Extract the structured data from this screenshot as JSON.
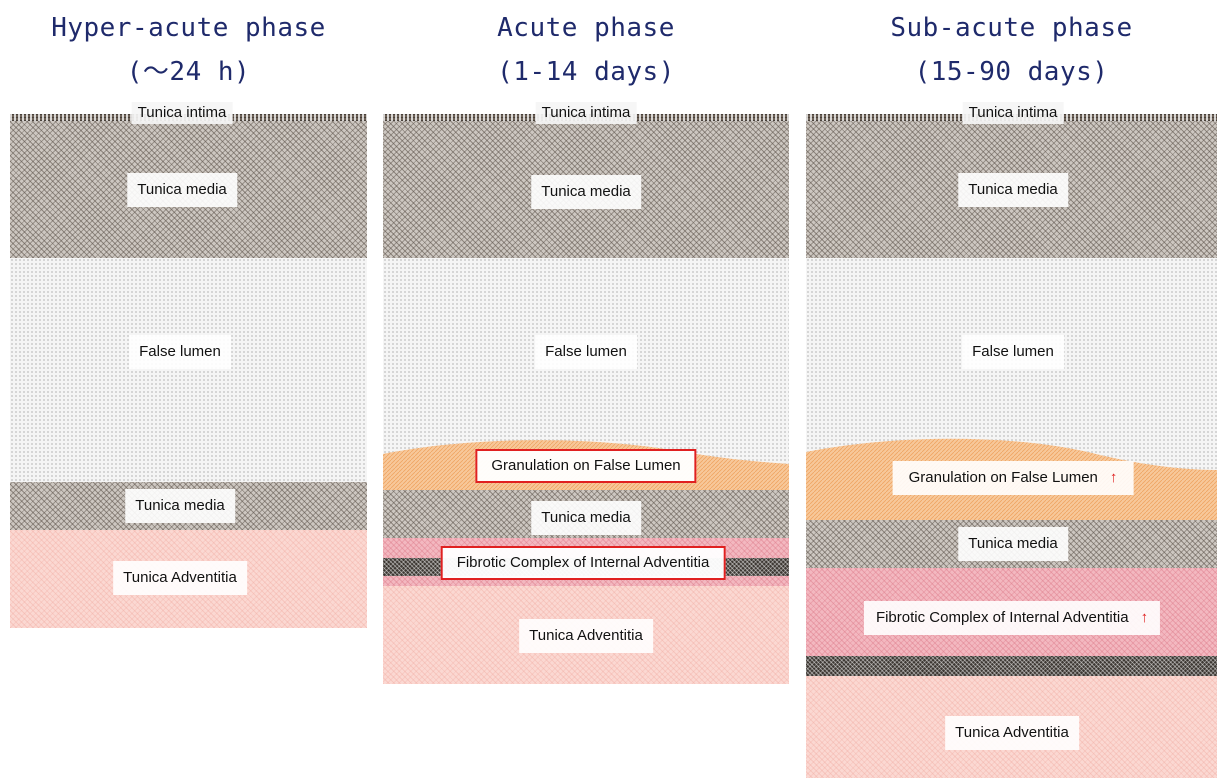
{
  "columns": [
    {
      "title_line1": "Hyper-acute phase",
      "title_line2": "(～24 h)",
      "labels": {
        "intima": "Tunica intima",
        "media_top": "Tunica media",
        "false_lumen": "False lumen",
        "media_bottom": "Tunica media",
        "adventitia": "Tunica Adventitia"
      }
    },
    {
      "title_line1": "Acute phase",
      "title_line2": "(1-14 days)",
      "labels": {
        "intima": "Tunica intima",
        "media_top": "Tunica media",
        "false_lumen": "False lumen",
        "granulation": "Granulation on False Lumen",
        "media_bottom": "Tunica media",
        "fibrotic": "Fibrotic Complex of Internal Adventitia",
        "adventitia": "Tunica Adventitia"
      }
    },
    {
      "title_line1": "Sub-acute phase",
      "title_line2": "(15-90 days)",
      "labels": {
        "intima": "Tunica intima",
        "media_top": "Tunica media",
        "false_lumen": "False lumen",
        "granulation": "Granulation on False Lumen",
        "media_bottom": "Tunica media",
        "fibrotic": "Fibrotic Complex of Internal Adventitia",
        "adventitia": "Tunica Adventitia"
      },
      "increase_arrow": "↑"
    }
  ],
  "colors": {
    "title": "#1f2a6b",
    "highlight_border": "#e02020",
    "granulation": "#f7c89a",
    "fibrotic": "#f3b8c0",
    "adventitia": "#fbd8d2",
    "media": "#cdc7c1",
    "intima": "#6e6258"
  }
}
